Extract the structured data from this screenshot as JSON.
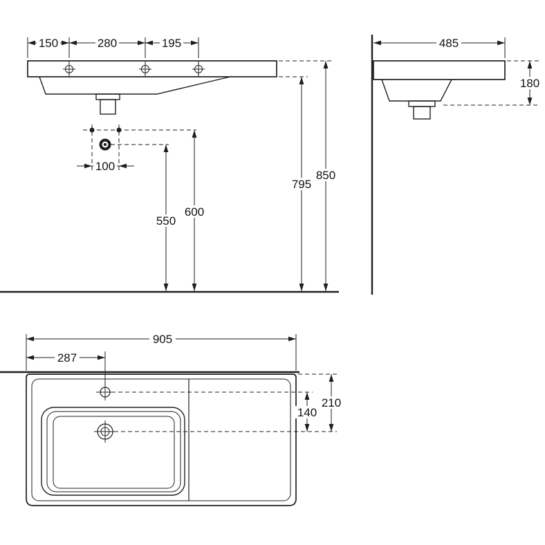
{
  "views": {
    "front": {
      "dims": {
        "edge_to_tap1": "150",
        "tap1_to_tap2": "280",
        "tap2_to_tap3": "195",
        "fixing_holes": "100",
        "drain_height": "550",
        "fixing_height": "600",
        "underside_height": "795",
        "overall_height": "850"
      }
    },
    "side": {
      "dims": {
        "depth": "485",
        "rim_height": "180"
      }
    },
    "plan": {
      "dims": {
        "width": "905",
        "edge_to_tap": "287",
        "tap_to_drain": "140",
        "rear_to_drain": "210"
      }
    }
  }
}
